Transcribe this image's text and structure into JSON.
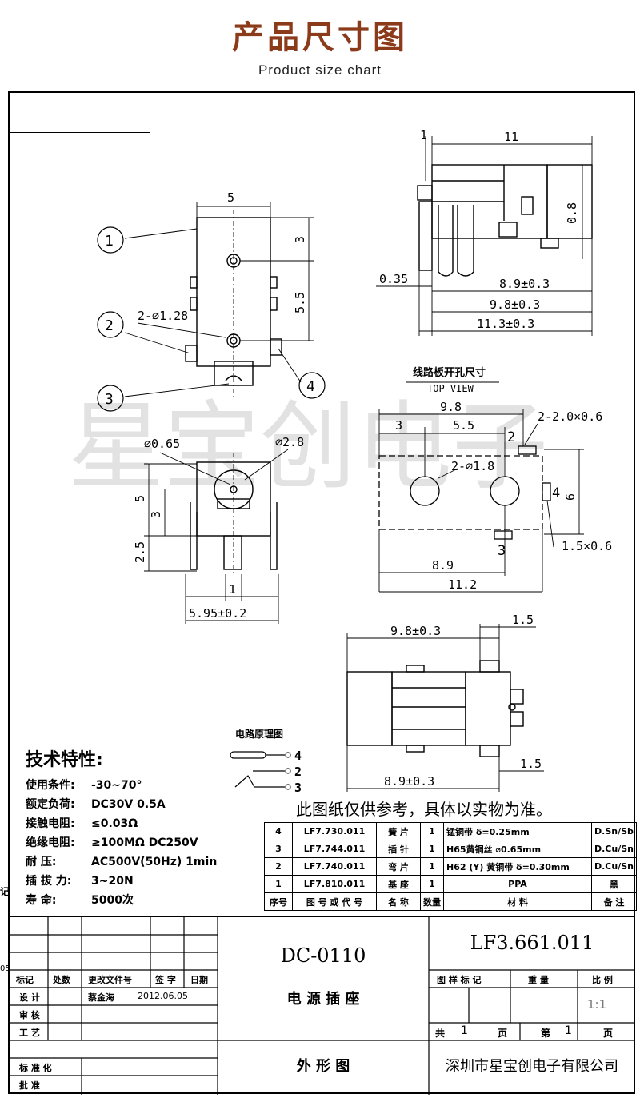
{
  "header": {
    "title": "产品尺寸图",
    "subtitle": "Product size chart"
  },
  "watermark": "星宝创电子",
  "dims": {
    "top_width": "5",
    "top_h1": "3",
    "top_h2": "5.5",
    "top_holes": "2-⌀1.28",
    "side_1": "1",
    "side_11": "11",
    "side_08": "0.8",
    "side_035": "0.35",
    "side_89": "8.9±0.3",
    "side_98": "9.8±0.3",
    "side_113": "11.3±0.3",
    "front_065": "⌀0.65",
    "front_28": "⌀2.8",
    "front_5": "5",
    "front_3": "3",
    "front_25": "2.5",
    "front_1": "1",
    "front_595": "5.95±0.2",
    "pcb_98": "9.8",
    "pcb_3": "3",
    "pcb_55": "5.5",
    "pcb_2x": "2-2.0×0.6",
    "pcb_holes": "2-⌀1.8",
    "pcb_6": "6",
    "pcb_15x": "1.5×0.6",
    "pcb_89": "8.9",
    "pcb_112": "11.2",
    "bot_98": "9.8±0.3",
    "bot_15a": "1.5",
    "bot_15b": "1.5",
    "bot_89": "8.9±0.3"
  },
  "labels": {
    "pcb_title": "线路板开孔尺寸",
    "pcb_topview": "TOP VIEW",
    "circuit_title": "电路原理图",
    "circle_1": "1",
    "circle_2": "2",
    "circle_3": "3",
    "circle_4": "4",
    "pin_2": "2",
    "pin_3": "3",
    "pin_4": "4",
    "circ_4": "4",
    "circ_2": "2",
    "circ_3": "3"
  },
  "specs": {
    "title": "技术特性:",
    "rows": [
      {
        "k": "使用条件:",
        "v": "-30~70°"
      },
      {
        "k": "额定负荷:",
        "v": "DC30V 0.5A"
      },
      {
        "k": "接触电阻:",
        "v": "≤0.03Ω"
      },
      {
        "k": "绝缘电阻:",
        "v": "≥100MΩ DC250V"
      },
      {
        "k": "耐    压:",
        "v": "AC500V(50Hz) 1min"
      },
      {
        "k": "插 拔 力:",
        "v": "3~20N"
      },
      {
        "k": "寿    命:",
        "v": "5000次"
      }
    ]
  },
  "note": "此图纸仅供参考，具体以实物为准。",
  "bom": {
    "rows": [
      [
        "4",
        "LF7.730.011",
        "簧  片",
        "1",
        "锰铜带 δ=0.25mm",
        "D.Sn/Sb"
      ],
      [
        "3",
        "LF7.744.011",
        "插  针",
        "1",
        "H65黄铜丝 ⌀0.65mm",
        "D.Cu/Sn"
      ],
      [
        "2",
        "LF7.740.011",
        "弯  片",
        "1",
        "H62 (Y) 黄铜带 δ=0.30mm",
        "D.Cu/Sn"
      ],
      [
        "1",
        "LF7.810.011",
        "基  座",
        "1",
        "PPA",
        "黑"
      ]
    ],
    "header": [
      "序号",
      "图 号 或 代 号",
      "名  称",
      "数量",
      "材        料",
      "备 注"
    ]
  },
  "titleblock": {
    "model": "DC-0110",
    "name": "电 源 插 座",
    "view": "外 形 图",
    "drawing_no": "LF3.661.011",
    "company": "深圳市星宝创电子有限公司",
    "col_biaoji": "标记",
    "col_chushu": "处数",
    "col_file": "更改文件号",
    "col_sign": "签  字",
    "col_date": "日期",
    "design_label": "设    计",
    "designer": "蔡金海",
    "design_date": "2012.06.05",
    "review_label": "审    核",
    "craft_label": "工    艺",
    "std_label": "标 准 化",
    "approve_label": "批    准",
    "tu_yang": "图 样 标 记",
    "weight": "重  量",
    "scale_label": "比 例",
    "scale": "1:1",
    "total_label": "共",
    "total": "1",
    "page_unit": "页",
    "page_label": "第",
    "page": "1",
    "page_unit2": "页",
    "side_ji": "记",
    "side_05": "05"
  }
}
